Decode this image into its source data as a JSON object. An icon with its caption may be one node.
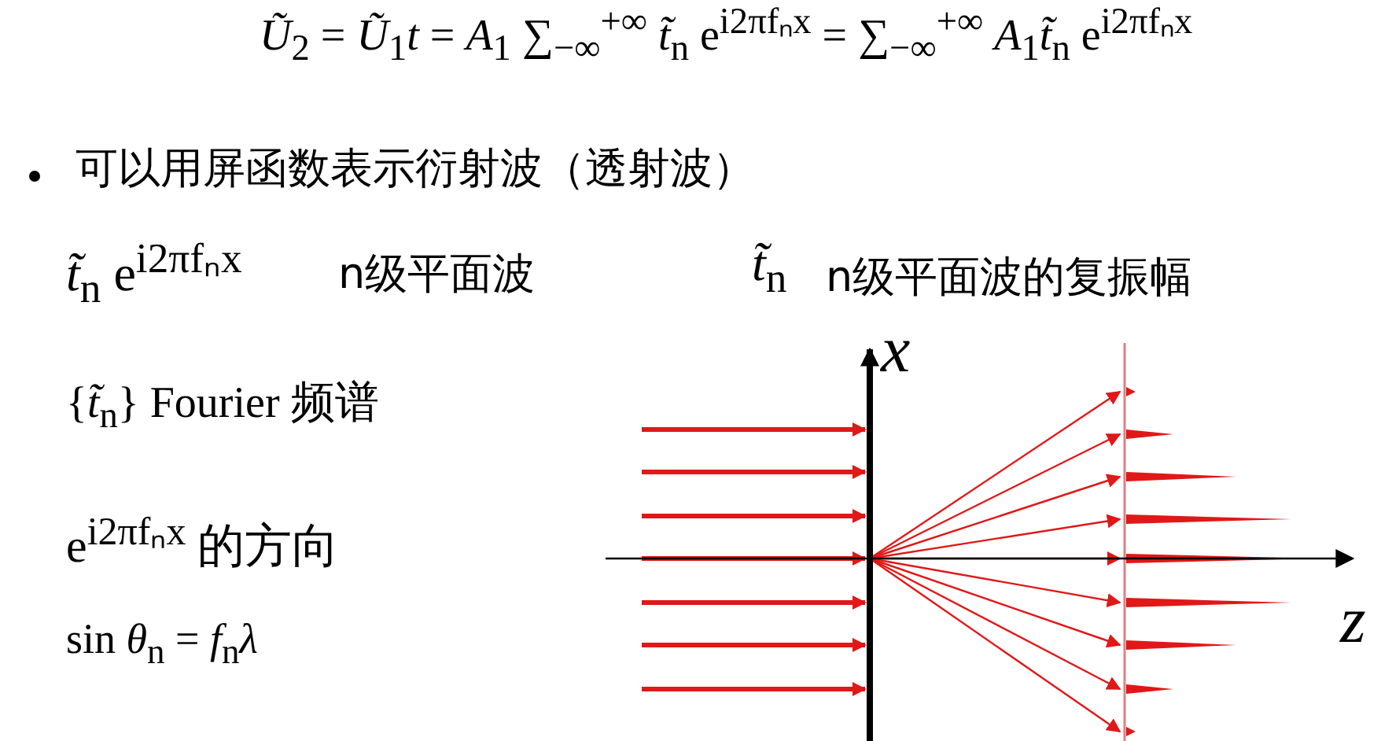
{
  "diagram": {
    "labels": [
      "*Ũ*$_{2}$ = *Ũ*$_{1}$*t* = *A*$_{1}$ ∑$_{−∞}$$^{+∞}$ *t̃*$_{n}$ e$^{i2πfₙx}$ = ∑$_{−∞}$$^{+∞}$ *A*$_{1}$*t̃*$_{n}$ e$^{i2πfₙx}$",
      "可以用屏函数表示衍射波（透射波）",
      "*t̃*$_{n}$ e$^{i2πfₙx}$",
      "n级平面波",
      "*t̃*$_{n}$",
      "n级平面波的复振幅",
      "{*t̃*$_{n}$} Fourier 频谱",
      "e$^{i2πfₙx}$ 的方向",
      "sin *θ*$_{n}$ = *f*$_{n}$*λ*",
      "x",
      "z"
    ]
  }
}
